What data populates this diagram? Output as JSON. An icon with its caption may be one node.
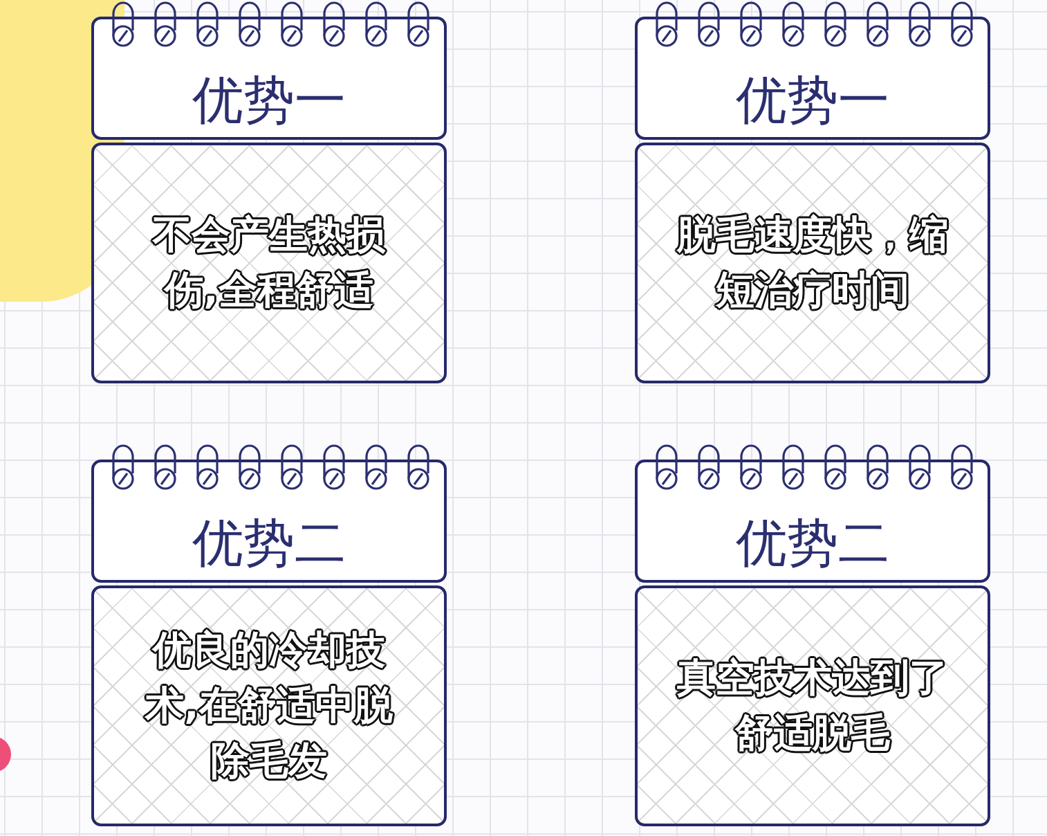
{
  "diagram": {
    "nodes": [
      {
        "text": [
          "优势一"
        ]
      },
      {
        "text": [
          "不会产生热损伤,全程舒适"
        ]
      },
      {
        "text": [
          "优势一"
        ]
      },
      {
        "text": [
          "脱毛速度快，缩短治疗时间"
        ]
      },
      {
        "text": [
          "优势二"
        ]
      },
      {
        "text": [
          "优良的冷却技术,在舒适中脱除毛发"
        ]
      },
      {
        "text": [
          "优势二"
        ]
      },
      {
        "text": [
          "真空技术达到了舒适脱毛"
        ]
      }
    ]
  }
}
